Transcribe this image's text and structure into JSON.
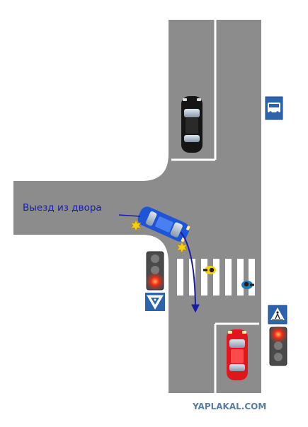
{
  "annotation": {
    "text": "Выезд из двора",
    "color": "#1a1ab4"
  },
  "watermark": {
    "text": "YAPLAKAL.COM",
    "color": "#5a7fa0"
  },
  "colors": {
    "road": "#8c8c8c",
    "marking": "#ffffff",
    "blue_car": "#1e55d6",
    "red_car": "#e0161c",
    "black_car": "#151515",
    "arrow": "#1a1aa8",
    "sign_blue": "#2b64ad",
    "signal_red": "#ff2a10"
  },
  "icons": {
    "bus_stop_sign": "bus-icon",
    "crosswalk_sign": "pedestrian-icon",
    "yield_sign": "pedestrian-yield-icon",
    "impact_marks": "star-icon"
  },
  "traffic_lights": [
    {
      "name": "left-traffic-light",
      "active": "red"
    },
    {
      "name": "right-traffic-light",
      "active": "red"
    }
  ]
}
